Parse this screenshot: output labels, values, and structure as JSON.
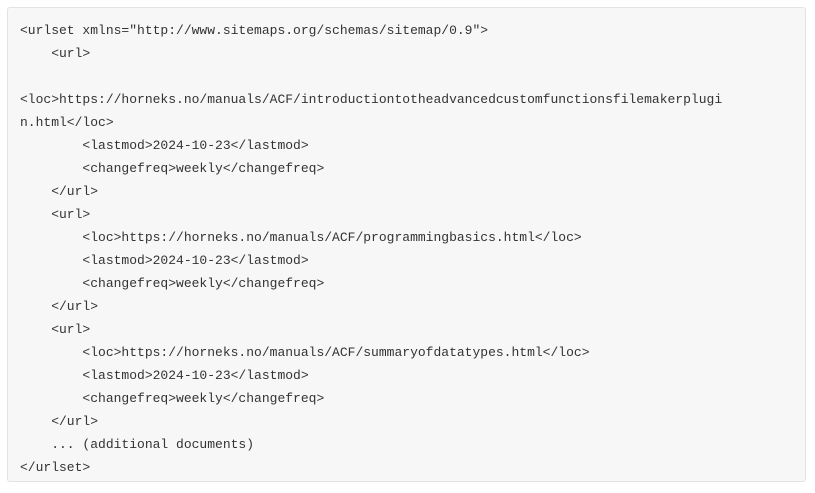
{
  "code_block": {
    "lines": [
      "<urlset xmlns=\"http://www.sitemaps.org/schemas/sitemap/0.9\">",
      "    <url>",
      "",
      "<loc>https://horneks.no/manuals/ACF/introductiontotheadvancedcustomfunctionsfilemakerplugi",
      "n.html</loc>",
      "        <lastmod>2024-10-23</lastmod>",
      "        <changefreq>weekly</changefreq>",
      "    </url>",
      "    <url>",
      "        <loc>https://horneks.no/manuals/ACF/programmingbasics.html</loc>",
      "        <lastmod>2024-10-23</lastmod>",
      "        <changefreq>weekly</changefreq>",
      "    </url>",
      "    <url>",
      "        <loc>https://horneks.no/manuals/ACF/summaryofdatatypes.html</loc>",
      "        <lastmod>2024-10-23</lastmod>",
      "        <changefreq>weekly</changefreq>",
      "    </url>",
      "    ... (additional documents)",
      "</urlset>"
    ]
  }
}
